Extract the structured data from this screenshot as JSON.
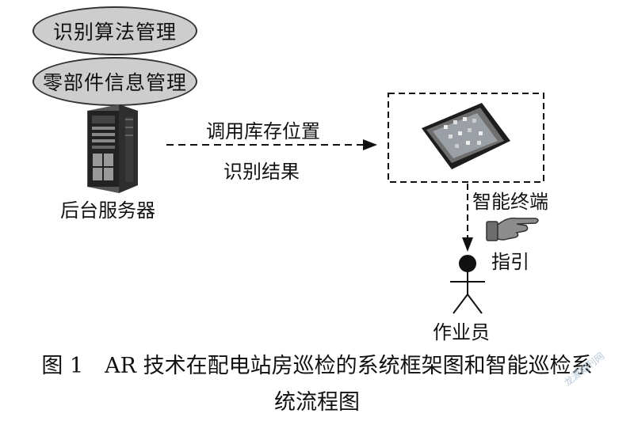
{
  "nodes": {
    "algorithm_mgmt": "识别算法管理",
    "parts_mgmt": "零部件信息管理",
    "server": "后台服务器",
    "terminal": "智能终端",
    "worker": "作业员"
  },
  "edges": {
    "server_to_terminal_top": "调用库存位置",
    "server_to_terminal_bottom": "识别结果",
    "terminal_to_worker": "指引"
  },
  "caption": {
    "line1": "图 1　AR 技术在配电站房巡检的系统框架图和智能巡检系",
    "line2": "统流程图"
  },
  "watermark": "龙源期刊网"
}
